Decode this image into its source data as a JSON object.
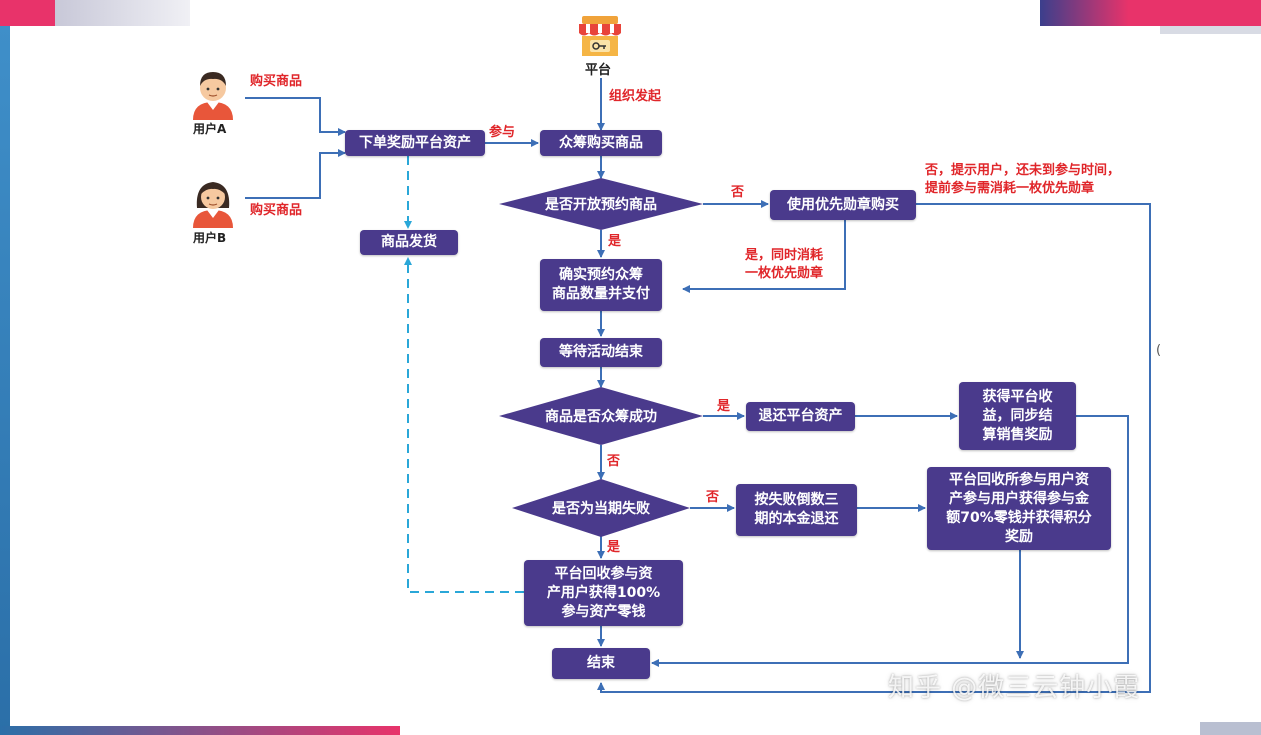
{
  "platform": {
    "label": "平台"
  },
  "users": [
    {
      "label": "用户A",
      "action": "购买商品"
    },
    {
      "label": "用户B",
      "action": "购买商品"
    }
  ],
  "nodes": {
    "order": "下单奖励平台资产",
    "ship": "商品发货",
    "crowd_buy": "众筹购买商品",
    "use_badge": "使用优先勋章购买",
    "confirm": "确实预约众筹\n商品数量并支付",
    "wait": "等待活动结束",
    "refund": "退还平台资产",
    "revenue": "获得平台收\n益，同步结\n算销售奖励",
    "countdown": "按失败倒数三\n期的本金退还",
    "reclaim_70": "平台回收所参与用户资\n产参与用户获得参与金\n额70%零钱并获得积分\n奖励",
    "reclaim_100": "平台回收参与资\n产用户获得100%\n参与资产零钱",
    "end": "结束"
  },
  "decisions": {
    "open_reserve": "是否开放预约商品",
    "success": "商品是否众筹成功",
    "fail_current": "是否为当期失败"
  },
  "labels": {
    "organize": "组织发起",
    "participate": "参与",
    "no1": "否",
    "yes1": "是",
    "no_hint": "否，提示用户，还未到参与时间，\n提前参与需消耗一枚优先勋章",
    "yes_consume": "是，同时消耗\n一枚优先勋章",
    "yes2": "是",
    "no2": "否",
    "no3": "否",
    "yes3": "是",
    "side_mark": "("
  },
  "watermark": "知乎 @微三云钟小霞",
  "colors": {
    "node": "#4a3a8c",
    "line": "#3d6fb6",
    "dashed": "#2aa7d8",
    "accent_red": "#e0262a"
  }
}
